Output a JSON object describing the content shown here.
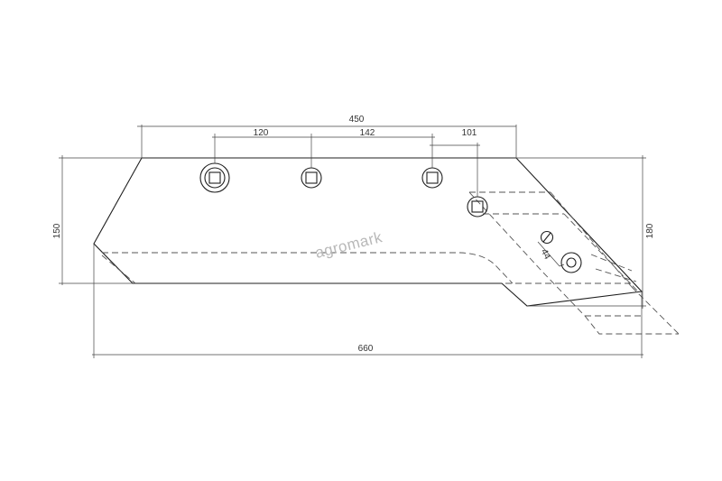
{
  "dimensions": {
    "top_overall": "450",
    "hole_spacing_1": "120",
    "hole_spacing_2": "142",
    "hole_spacing_3": "101",
    "left_height": "150",
    "right_height": "180",
    "bottom_overall": "660",
    "slot_offset": "44"
  },
  "watermark": "agromark",
  "colors": {
    "line": "#1f1f1f",
    "dimension": "#444444",
    "watermark": "#b8b8b8"
  }
}
